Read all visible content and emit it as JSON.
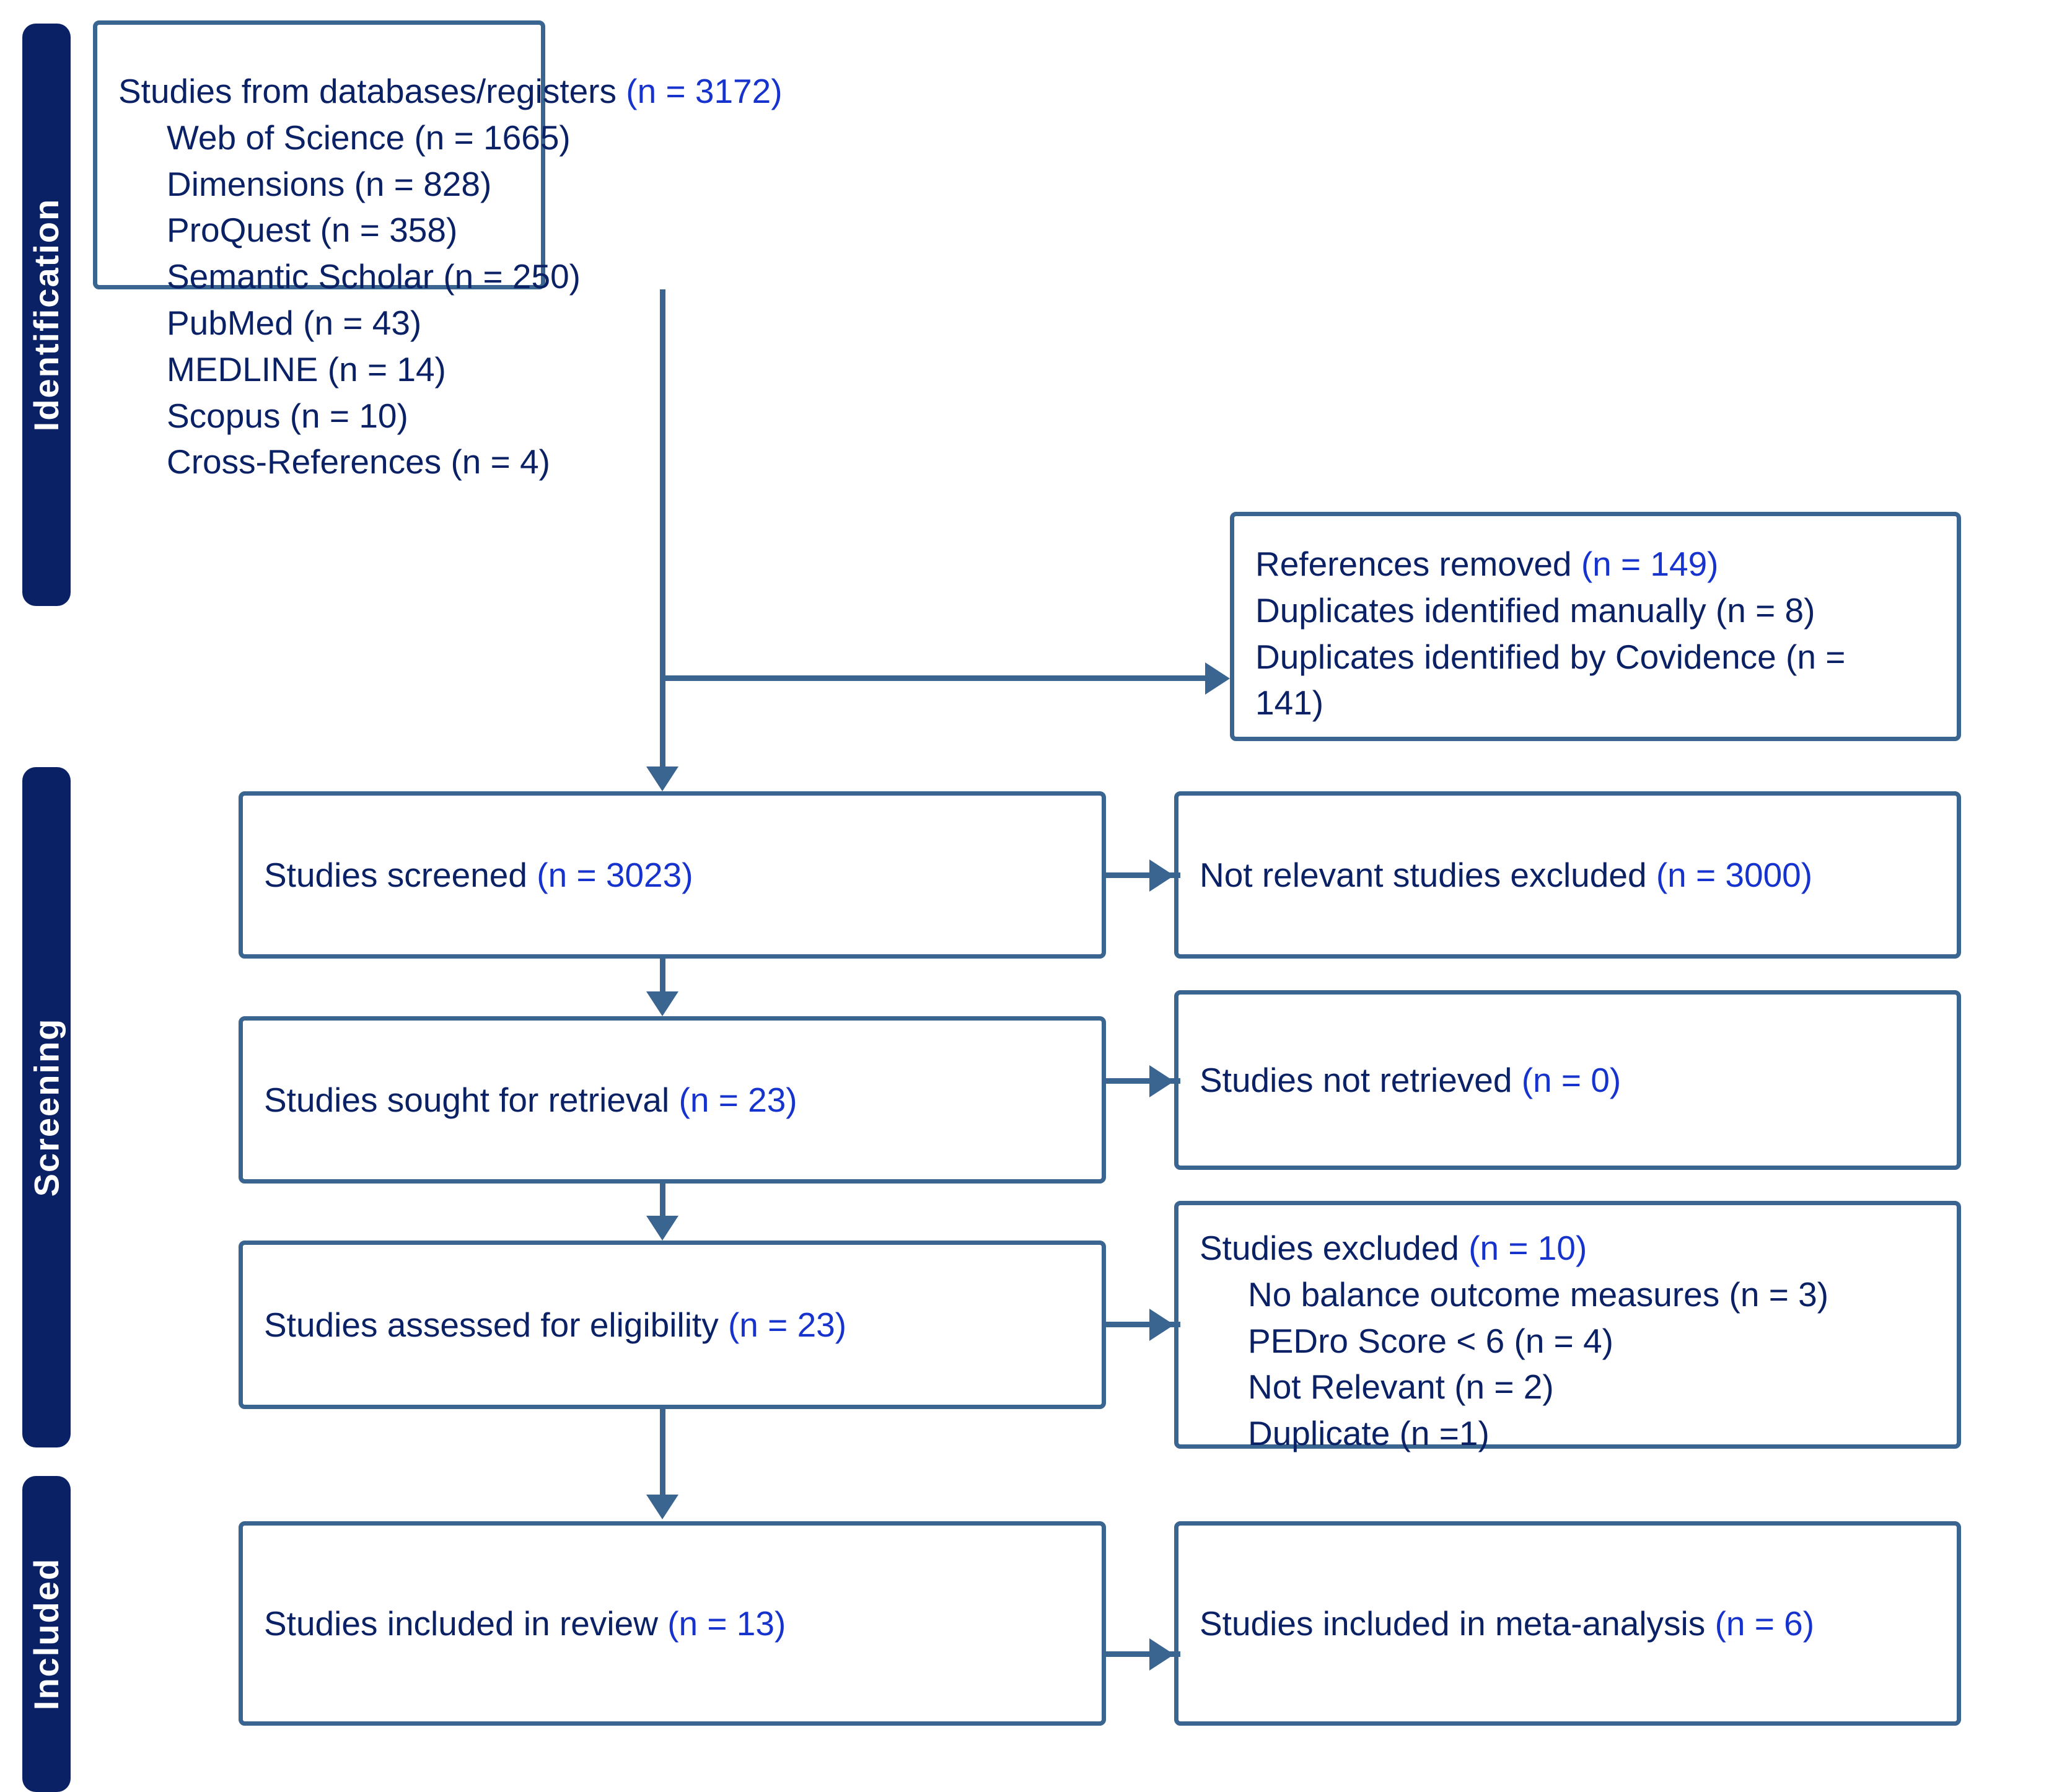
{
  "diagram": {
    "title": "PRISMA flow diagram",
    "colors": {
      "stage_bar": "#0B2165",
      "box_border": "#3A6591",
      "connector": "#3A6591",
      "label_text": "#0B2165",
      "count_accent": "#1733CE",
      "background": "#FFFFFF"
    }
  },
  "stages": [
    {
      "id": "identification",
      "label": "Identification"
    },
    {
      "id": "screening",
      "label": "Screening"
    },
    {
      "id": "included",
      "label": "Included"
    }
  ],
  "boxes": {
    "records_identified": {
      "header_label": "Studies from databases/registers",
      "header_count": "(n = 3172)",
      "sources": [
        {
          "label": "Web of Science",
          "count": "(n = 1665)"
        },
        {
          "label": "Dimensions",
          "count": "(n = 828)"
        },
        {
          "label": "ProQuest",
          "count": "(n = 358)"
        },
        {
          "label": "Semantic Scholar",
          "count": "(n = 250)"
        },
        {
          "label": "PubMed",
          "count": "(n = 43)"
        },
        {
          "label": "MEDLINE",
          "count": "(n = 14)"
        },
        {
          "label": "Scopus",
          "count": "(n = 10)"
        },
        {
          "label": "Cross-References",
          "count": "(n = 4)"
        }
      ]
    },
    "references_removed": {
      "header_label": "References removed",
      "header_count": "(n = 149)",
      "reasons": [
        {
          "label": "Duplicates identified manually (n = 8)"
        },
        {
          "label": "Duplicates identified by Covidence (n ="
        },
        {
          "label": "141)"
        }
      ]
    },
    "studies_screened": {
      "label": "Studies screened",
      "count": "(n = 3023)"
    },
    "not_relevant_excluded": {
      "label": "Not relevant studies excluded",
      "count": "(n = 3000)"
    },
    "sought_for_retrieval": {
      "label": "Studies sought for retrieval",
      "count": "(n = 23)"
    },
    "not_retrieved": {
      "label": "Studies not retrieved",
      "count": "(n = 0)"
    },
    "assessed_for_eligibility": {
      "label": "Studies assessed for eligibility",
      "count": "(n = 23)"
    },
    "studies_excluded": {
      "header_label": "Studies excluded",
      "header_count": "(n = 10)",
      "reasons": [
        {
          "label": "No balance outcome measures (n = 3)"
        },
        {
          "label": "PEDro Score < 6 (n = 4)"
        },
        {
          "label": "Not Relevant (n = 2)"
        },
        {
          "label": "Duplicate (n =1)"
        }
      ]
    },
    "included_in_review": {
      "label": "Studies included in review",
      "count": "(n = 13)"
    },
    "included_in_meta_analysis": {
      "label": "Studies included in meta-analysis",
      "count": "(n = 6)"
    }
  }
}
